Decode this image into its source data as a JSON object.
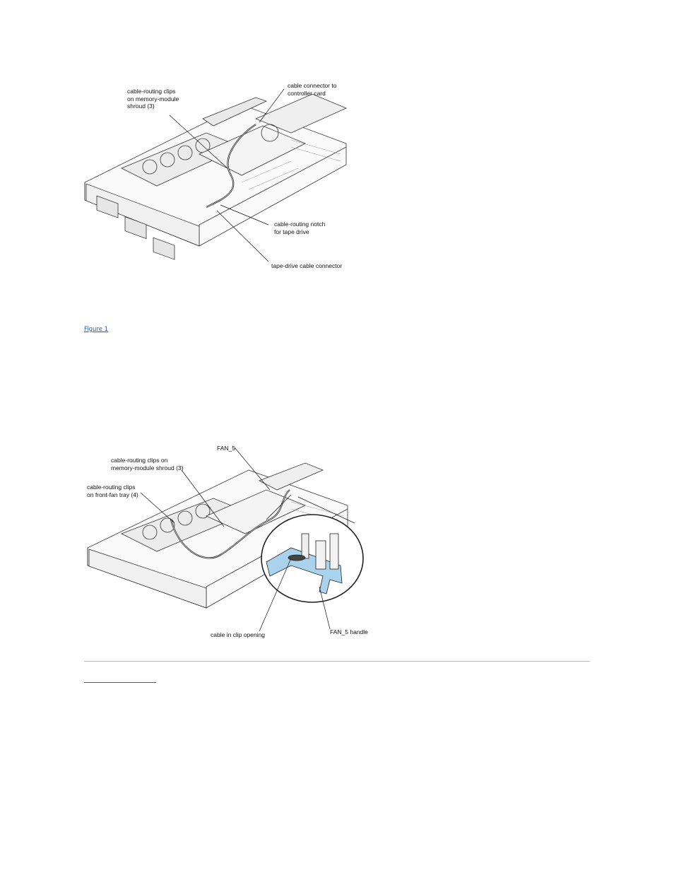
{
  "figure1": {
    "callouts": {
      "clips": "cable-routing clips\non memory-module\nshroud (3)",
      "connector": "cable connector to\ncontroller card",
      "notch": "cable-routing notch\nfor tape drive",
      "tape": "tape-drive cable connector"
    }
  },
  "figure_link": "Figure 1",
  "figure2": {
    "callouts": {
      "fan5": "FAN_5",
      "clips_mem": "cable-routing clips on\nmemory-module shroud (3)",
      "clips_front": "cable-routing clips\non front-fan tray (4)",
      "clip_opening": "cable in clip opening",
      "fan5_handle": "FAN_5 handle"
    }
  },
  "back_to_contents": "",
  "colors": {
    "link": "#1f5fb8",
    "handle_highlight": "#a9d3ec",
    "line_art": "#222222"
  }
}
